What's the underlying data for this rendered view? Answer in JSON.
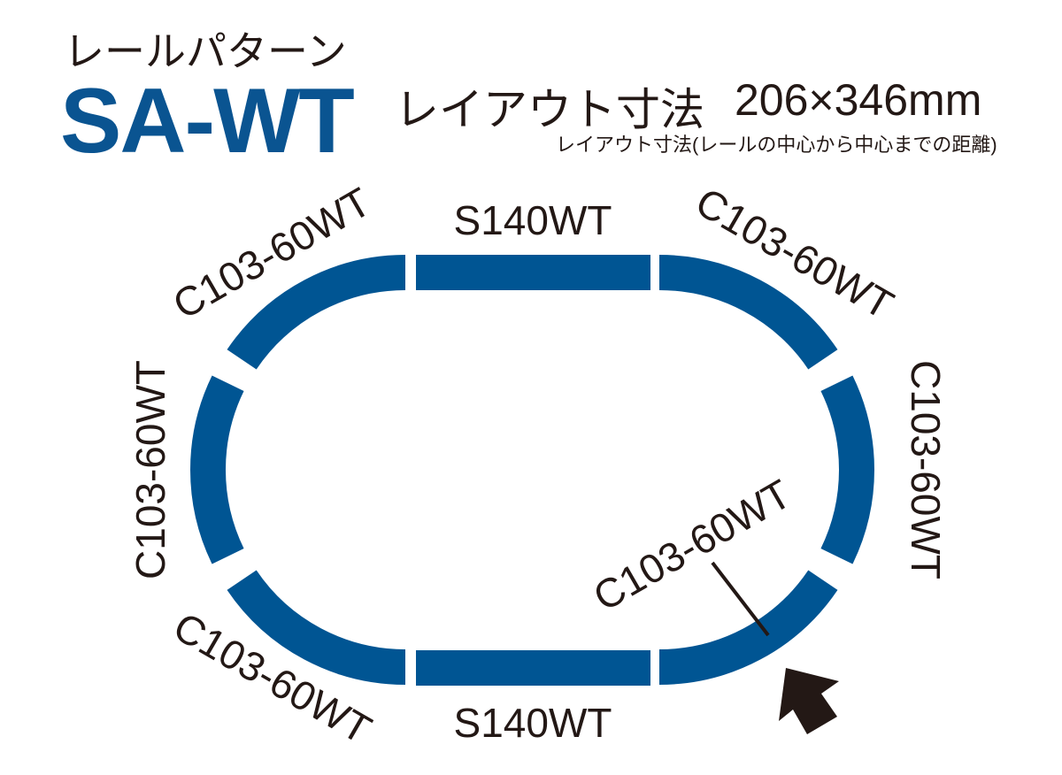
{
  "header": {
    "subtitle": "レールパターン",
    "code": "SA-WT",
    "dimension_label": "レイアウト寸法",
    "dimension_value": "206×346mm",
    "note": "レイアウト寸法(レールの中心から中心までの距離)"
  },
  "colors": {
    "track": "#005593",
    "code": "#0a5491",
    "text": "#231815"
  },
  "tracks": {
    "straight_top": "S140WT",
    "straight_bottom": "S140WT",
    "curve_top_left": "C103-60WT",
    "curve_left": "C103-60WT",
    "curve_bottom_left": "C103-60WT",
    "curve_top_right": "C103-60WT",
    "curve_right": "C103-60WT",
    "curve_bottom_right": "C103-60WT"
  }
}
